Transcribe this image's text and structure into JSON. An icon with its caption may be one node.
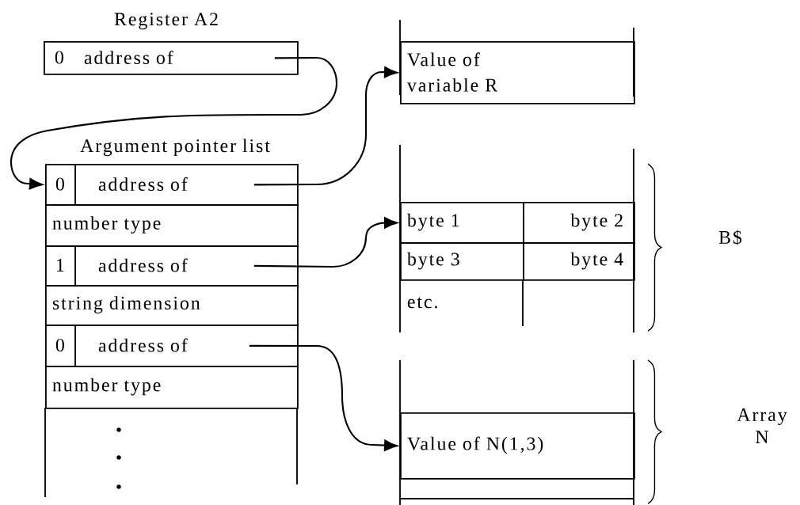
{
  "diagram": {
    "nodes": [
      {
        "text": [
          "Register A2",
          "0",
          "address of"
        ]
      },
      {
        "text": [
          "Argument pointer list"
        ]
      },
      {
        "text": [
          "0",
          "address of"
        ],
        "in": 1
      },
      {
        "text": [
          "number type"
        ],
        "in": 1
      },
      {
        "text": [
          "1",
          "address of"
        ],
        "in": 1
      },
      {
        "text": [
          "string dimension"
        ],
        "in": 1
      },
      {
        "text": [
          "0",
          "address of"
        ],
        "in": 1
      },
      {
        "text": [
          "number type"
        ],
        "in": 1
      },
      {
        "text": [
          "Value of variable R"
        ]
      },
      {
        "text": [
          "byte 1"
        ]
      },
      {
        "text": [
          "byte 2"
        ]
      },
      {
        "text": [
          "byte 3"
        ]
      },
      {
        "text": [
          "byte 4"
        ]
      },
      {
        "text": [
          "etc."
        ]
      },
      {
        "text": [
          "Value of N(1,3)"
        ]
      }
    ],
    "edges": [
      {
        "from": 0,
        "to": 2,
        "arrow": "to"
      },
      {
        "from": 2,
        "to": 8,
        "arrow": "to"
      },
      {
        "from": 4,
        "to": 9,
        "arrow": "to"
      },
      {
        "from": 6,
        "to": 14,
        "arrow": "to"
      }
    ],
    "labels": [
      "B$",
      "Array N"
    ]
  }
}
